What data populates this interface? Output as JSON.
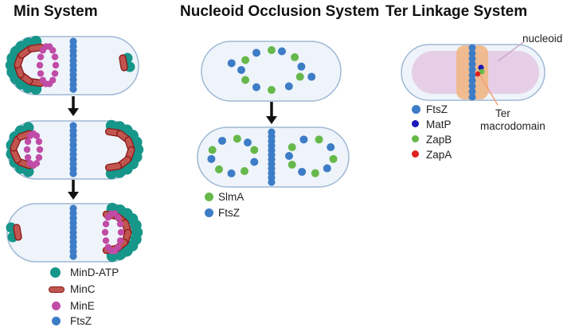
{
  "titles": {
    "min": "Min System",
    "nucleoid": "Nucleoid Occlusion System",
    "ter": "Ter Linkage System"
  },
  "min_legend": [
    {
      "label": "MinD-ATP",
      "color": "#17968a"
    },
    {
      "label": "MinC",
      "color": "#c1554f"
    },
    {
      "label": "MinE",
      "color": "#c04ca7"
    },
    {
      "label": "FtsZ",
      "color": "#3d7cc6"
    }
  ],
  "noc_legend": [
    {
      "label": "SlmA",
      "color": "#66b84a"
    },
    {
      "label": "FtsZ",
      "color": "#3d7cc6"
    }
  ],
  "ter_legend": [
    {
      "label": "FtsZ",
      "color": "#3d7cc6"
    },
    {
      "label": "MatP",
      "color": "#1c17b8"
    },
    {
      "label": "ZapB",
      "color": "#66b84a"
    },
    {
      "label": "ZapA",
      "color": "#e02020"
    }
  ],
  "ter_annotations": {
    "nucleoid": "nucleoid",
    "ter_line1": "Ter",
    "ter_line2": "macrodomain"
  },
  "colors": {
    "cell_fill": "#eef4fa",
    "cell_stroke": "#9fb8d4",
    "mind": "#17968a",
    "minc": "#c1554f",
    "mine": "#c04ca7",
    "ftsz": "#3d7cc6",
    "slma": "#66b84a",
    "nucleoid_fill": "#e6cfe6",
    "ter_fill": "#f0b785"
  }
}
